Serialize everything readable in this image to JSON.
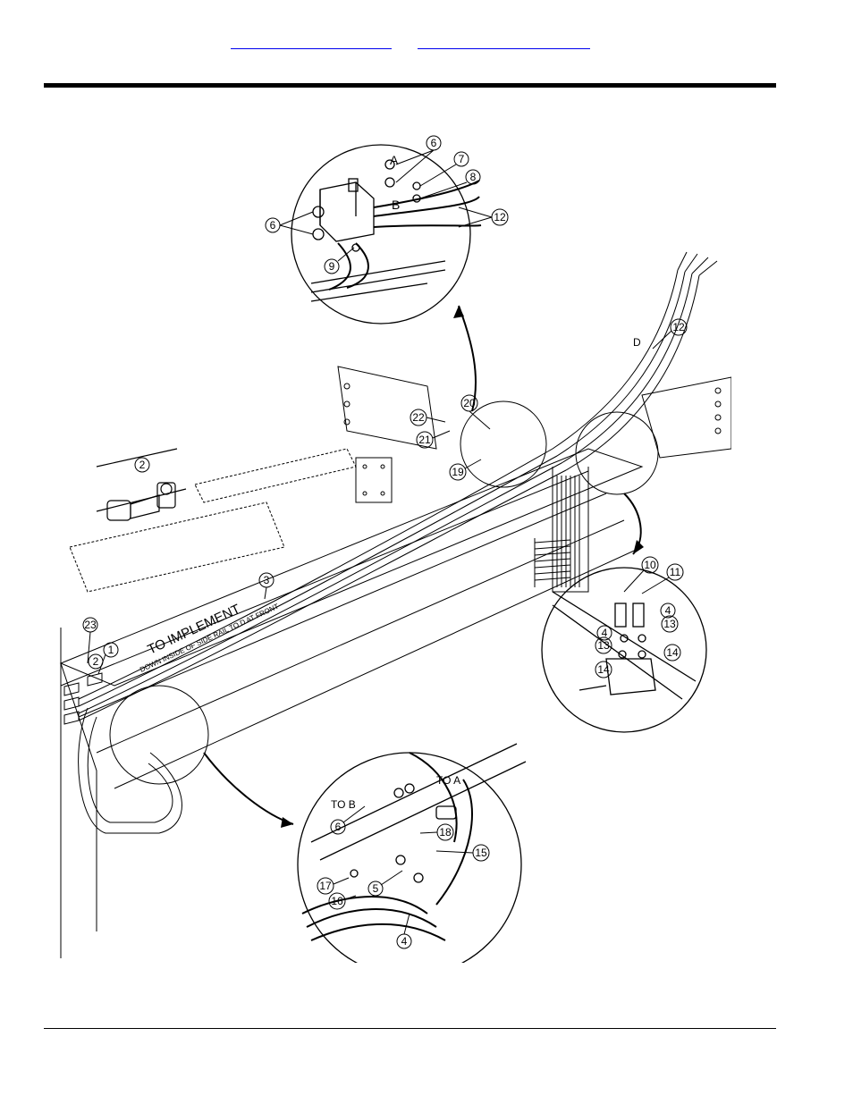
{
  "header": {
    "links": [
      {
        "label": ""
      },
      {
        "label": ""
      }
    ]
  },
  "figure": {
    "note_text": "DOWN INSIDE OF SIDE RAIL TO D AT FRONT",
    "implement_label": "TO IMPLEMENT",
    "port_labels": {
      "a": "A",
      "b": "B",
      "d": "D",
      "to_b": "TO B",
      "to_a": "TO A"
    },
    "callouts": [
      "1",
      "2",
      "3",
      "4",
      "5",
      "6",
      "7",
      "8",
      "9",
      "10",
      "11",
      "12",
      "13",
      "14",
      "15",
      "16",
      "17",
      "18",
      "19",
      "20",
      "21",
      "22",
      "23"
    ]
  }
}
